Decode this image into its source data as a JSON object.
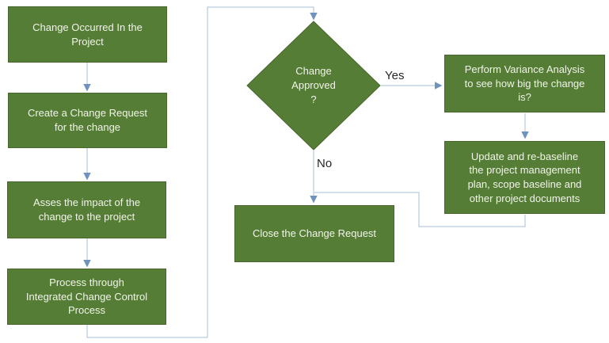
{
  "diagram": {
    "type": "flowchart",
    "nodes": [
      {
        "id": "change-occurred",
        "shape": "rectangle",
        "label": "Change Occurred In the\nProject"
      },
      {
        "id": "create-change-request",
        "shape": "rectangle",
        "label": "Create a Change Request\nfor the change"
      },
      {
        "id": "assess-impact",
        "shape": "rectangle",
        "label": "Asses the impact of the\nchange to the project"
      },
      {
        "id": "process-integrated-change-control",
        "shape": "rectangle",
        "label": "Process through\nIntegrated Change Control\nProcess"
      },
      {
        "id": "change-approved",
        "shape": "diamond",
        "label": "Change\nApproved\n?"
      },
      {
        "id": "close-change-request",
        "shape": "rectangle",
        "label": "Close the Change Request"
      },
      {
        "id": "perform-variance-analysis",
        "shape": "rectangle",
        "label": "Perform Variance Analysis\nto see how big the change\nis?"
      },
      {
        "id": "update-rebaseline",
        "shape": "rectangle",
        "label": "Update and re-baseline\nthe project management\nplan, scope baseline and\nother project documents"
      }
    ],
    "edges": [
      {
        "from": "change-occurred",
        "to": "create-change-request",
        "label": ""
      },
      {
        "from": "create-change-request",
        "to": "assess-impact",
        "label": ""
      },
      {
        "from": "assess-impact",
        "to": "process-integrated-change-control",
        "label": ""
      },
      {
        "from": "process-integrated-change-control",
        "to": "change-approved",
        "label": ""
      },
      {
        "from": "change-approved",
        "to": "perform-variance-analysis",
        "label": "Yes"
      },
      {
        "from": "change-approved",
        "to": "close-change-request",
        "label": "No"
      },
      {
        "from": "perform-variance-analysis",
        "to": "update-rebaseline",
        "label": ""
      },
      {
        "from": "update-rebaseline",
        "to": "close-change-request",
        "label": ""
      }
    ],
    "colors": {
      "node_fill": "#567d35",
      "node_border": "#49662c",
      "node_text": "#f0f4ea",
      "connector_line": "#a7bfd6",
      "arrowhead": "#7093bb",
      "edge_label_text": "#262626",
      "background": "#ffffff"
    }
  }
}
